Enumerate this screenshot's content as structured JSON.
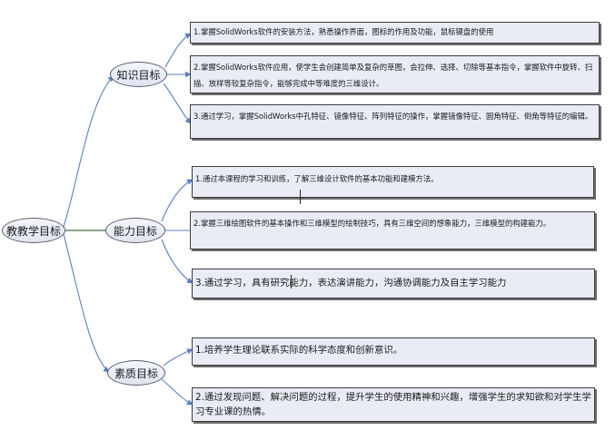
{
  "root": {
    "label": "教教学目标"
  },
  "branches": [
    {
      "label": "知识目标",
      "items": [
        "1.掌握SolidWorks软件的安装方法，熟悉操作界面，图标的作用及功能，鼠标键盘的使用",
        "2.掌握SolidWorks软件应用，使学生会创建简单及复杂的草图，会拉伸、选择、切除等基本指令，掌握软件中旋转、扫描、放样等较复杂指令，能够完成中等难度的三维设计。",
        "3.通过学习，掌握SolidWorks中孔特征、镜像特征、阵列特征的操作，掌握镜像特征、圆角特征、倒角等特征的编辑。"
      ]
    },
    {
      "label": "能力目标",
      "items": [
        "1.通过本课程的学习和训练，了解三维设计软件的基本功能和建模方法。",
        "2.掌握三维绘图软件的基本操作和三维模型的绘制技巧，具有三维空间的想象能力，三维模型的构建能力。",
        "3.通过学习，具有研究能力，表达演讲能力，沟通协调能力及自主学习能力"
      ]
    },
    {
      "label": "素质目标",
      "items": [
        "1.培养学生理论联系实际的科学态度和创新意识。",
        "2.通过发现问题、解决问题的过程，提升学生的使用精神和兴趣，增强学生的求知欲和对学生学习专业课的热情。"
      ]
    }
  ],
  "colors": {
    "connector_blue": "#5b7fbf",
    "connector_green": "#3f6b3f",
    "box_fill": "#e9ecf5",
    "box_border": "#3c3c3c",
    "node_border": "#5a5a6e"
  }
}
